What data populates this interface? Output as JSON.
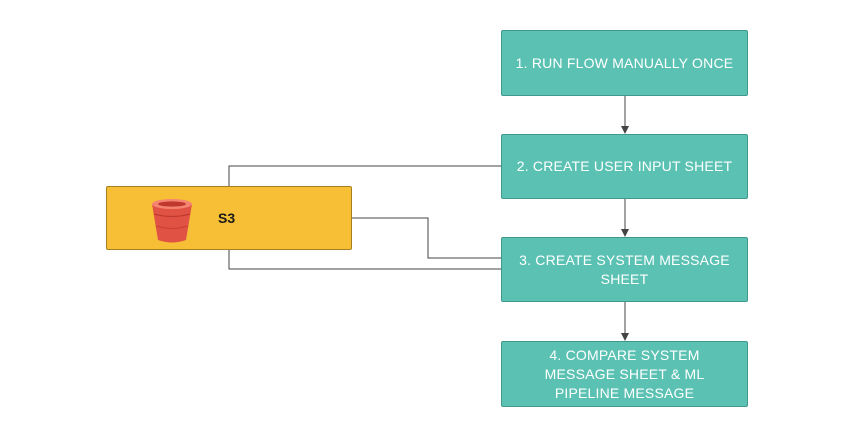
{
  "diagram": {
    "nodes": [
      {
        "id": "n1",
        "label": "1. RUN FLOW MANUALLY ONCE"
      },
      {
        "id": "n2",
        "label": "2. CREATE USER INPUT SHEET"
      },
      {
        "id": "n3",
        "label": "3. CREATE SYSTEM MESSAGE SHEET"
      },
      {
        "id": "n4",
        "label": "4. COMPARE SYSTEM MESSAGE SHEET & ML PIPELINE MESSAGE"
      }
    ],
    "storage": {
      "label": "S3",
      "icon": "s3-bucket-icon"
    },
    "edges": [
      {
        "from": "n1",
        "to": "n2",
        "type": "arrow"
      },
      {
        "from": "n2",
        "to": "n3",
        "type": "arrow"
      },
      {
        "from": "n3",
        "to": "n4",
        "type": "arrow"
      },
      {
        "from": "s3",
        "to": "n2",
        "type": "line"
      },
      {
        "from": "s3",
        "to": "n3",
        "type": "line"
      },
      {
        "from": "s3",
        "to": "n3",
        "type": "line"
      }
    ],
    "colors": {
      "process_fill": "#5bc2b3",
      "process_border": "#3f9a8c",
      "storage_fill": "#f7bf35",
      "storage_border": "#a58020",
      "bucket_red": "#e05243",
      "connector": "#444444"
    }
  }
}
